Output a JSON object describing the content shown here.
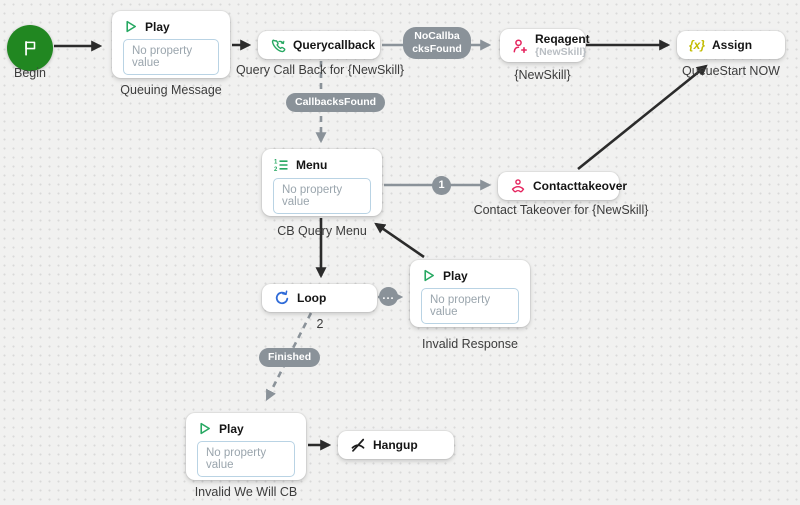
{
  "canvas": {
    "background": "#f1f1f0",
    "dot_color": "#d9d9d9"
  },
  "colors": {
    "begin_green": "#218721",
    "icon_green": "#27a862",
    "icon_pink": "#e5245e",
    "icon_blue": "#2f6bd8",
    "icon_yellow": "#c2bb00",
    "connector_gray": "#8a9299",
    "connector_black": "#2b2b2b"
  },
  "nodes": {
    "begin": {
      "label": "Begin"
    },
    "queuing_message": {
      "title": "Play",
      "placeholder": "No property value",
      "label": "Queuing Message"
    },
    "querycallback": {
      "title": "Querycallback",
      "label": "Query Call Back for {NewSkill}"
    },
    "reqagent": {
      "title": "Reqagent",
      "subtitle": "{NewSkill}",
      "label": "{NewSkill}"
    },
    "assign": {
      "title": "Assign",
      "icon_text": "{x}",
      "label": "QueueStart NOW"
    },
    "menu": {
      "title": "Menu",
      "placeholder": "No property value",
      "label": "CB Query Menu"
    },
    "contacttakeover": {
      "title": "Contacttakeover",
      "label": "Contact Takeover for {NewSkill}"
    },
    "loop": {
      "title": "Loop",
      "branch_label": "2"
    },
    "invalid_response": {
      "title": "Play",
      "placeholder": "No property value",
      "label": "Invalid Response"
    },
    "invalid_we_will_cb": {
      "title": "Play",
      "placeholder": "No property value",
      "label": "Invalid We Will CB"
    },
    "hangup": {
      "title": "Hangup"
    }
  },
  "connector_labels": {
    "no_callbacks_found": "NoCallbacksFound",
    "callbacks_found": "CallbacksFound",
    "finished": "Finished",
    "menu_option": "1",
    "loop_more": "..."
  },
  "edges": [
    {
      "from": "begin",
      "to": "queuing_message",
      "style": "solid-black"
    },
    {
      "from": "queuing_message",
      "to": "querycallback",
      "style": "solid-black"
    },
    {
      "from": "querycallback",
      "to": "reqagent",
      "style": "solid-gray",
      "label": "NoCallbacksFound"
    },
    {
      "from": "reqagent",
      "to": "assign",
      "style": "solid-black"
    },
    {
      "from": "querycallback",
      "to": "menu",
      "style": "dashed-gray",
      "label": "CallbacksFound"
    },
    {
      "from": "menu",
      "to": "contacttakeover",
      "style": "solid-gray",
      "label": "1"
    },
    {
      "from": "contacttakeover",
      "to": "assign",
      "style": "solid-black"
    },
    {
      "from": "menu",
      "to": "loop",
      "style": "solid-black"
    },
    {
      "from": "loop",
      "to": "invalid_response",
      "style": "solid-gray",
      "label": "..."
    },
    {
      "from": "invalid_response",
      "to": "menu",
      "style": "solid-black"
    },
    {
      "from": "loop",
      "to": "invalid_we_will_cb",
      "style": "dashed-gray",
      "label": "Finished"
    },
    {
      "from": "invalid_we_will_cb",
      "to": "hangup",
      "style": "solid-black"
    }
  ]
}
